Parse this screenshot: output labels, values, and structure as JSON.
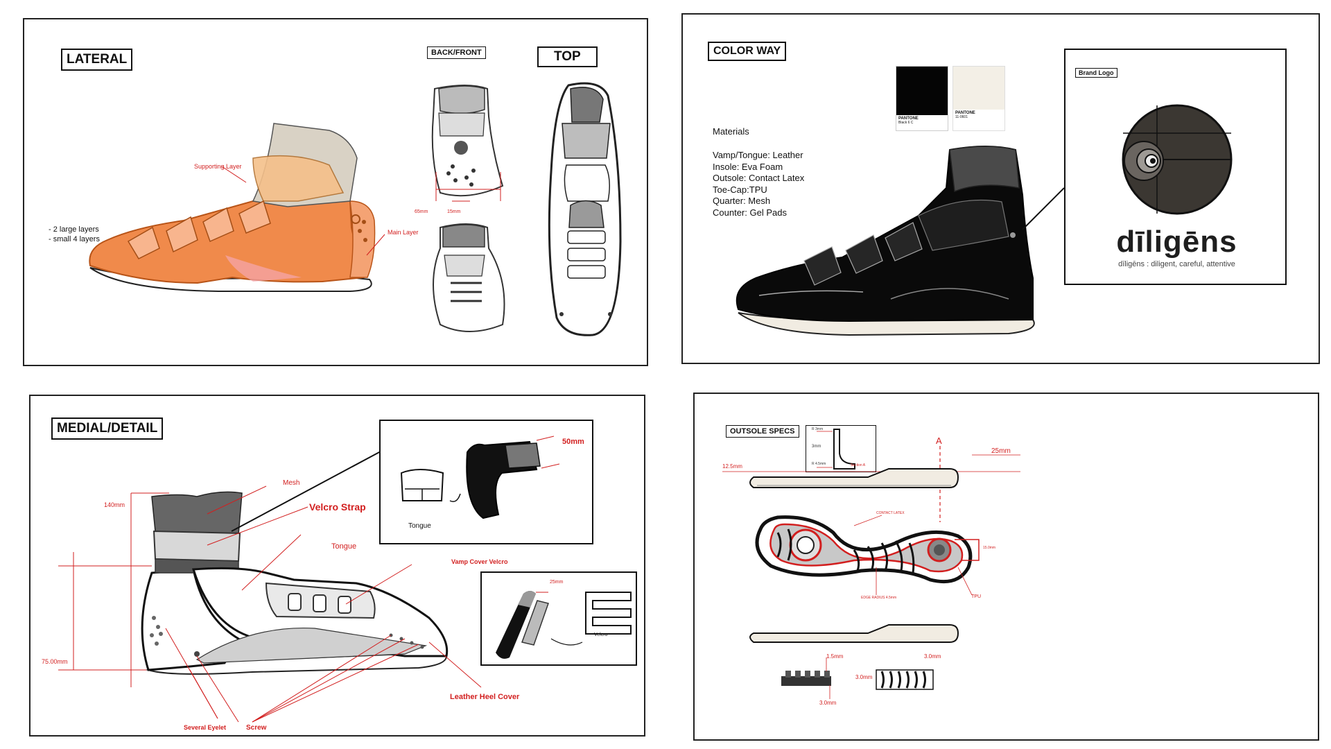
{
  "panels": {
    "lateral": {
      "title": "LATERAL",
      "back_front_title": "BACK/FRONT",
      "top_title": "TOP",
      "labels": {
        "supporting_layer": "Supporting Layer",
        "main_layer": "Main Layer",
        "layers_line1": "- 2 large layers",
        "layers_line2": "- small 4 layers",
        "dim_65": "65mm",
        "dim_15": "15mm"
      }
    },
    "color_way": {
      "title": "COLOR WAY",
      "materials_heading": "Materials",
      "materials": [
        "Vamp/Tongue: Leather",
        "Insole: Eva Foam",
        "Outsole: Contact Latex",
        "Toe-Cap:TPU",
        "Quarter: Mesh",
        "Counter: Gel Pads"
      ],
      "swatches": [
        {
          "brand": "PANTONE",
          "name": "Black 6 C",
          "color": "#050505"
        },
        {
          "brand": "PANTONE",
          "name": "11-0601",
          "color": "#f3efe6"
        }
      ],
      "brand_logo_label": "Brand Logo",
      "brand_name": "dīligēns",
      "brand_tagline": "dīligēns : diligent, careful, attentive"
    },
    "medial_detail": {
      "title": "MEDIAL/DETAIL",
      "labels": {
        "mesh": "Mesh",
        "velcro_strap": "Velcro Strap",
        "tongue": "Tongue",
        "vamp_cover_velcro": "Vamp Cover Velcro",
        "leather_heel_cover": "Leather Heel Cover",
        "several_eyelet": "Several Eyelet",
        "screw": "Screw",
        "dim_140": "140mm",
        "dim_75": "75.00mm",
        "dim_50": "50mm",
        "dim_25": "25mm",
        "inset_tongue": "Tongue",
        "inset_velcro": "Velcro"
      }
    },
    "outsole_specs": {
      "title": "OUTSOLE SPECS",
      "labels": {
        "section_a": "A",
        "dim_25": "25mm",
        "dim_12_5": "12.5mm",
        "dim_3": "3mm",
        "section_label": "Section A",
        "contact_latex": "CONTACT LATEX",
        "edge_radius": "EDGE RADIUS 4.5mm",
        "tpu": "TPU",
        "dim_15_side": "15.0mm",
        "dim_1_5": "1.5mm",
        "dim_3_0_a": "3.0mm",
        "dim_3_0_b": "3.0mm",
        "dim_3_0_c": "3.0mm",
        "inset_top": "R 3mm",
        "inset_bottom": "R 4.5mm"
      }
    }
  },
  "colors": {
    "accent_red": "#d21f1f",
    "orange_main": "#f08a4b",
    "orange_light": "#f5c08a",
    "shoe_black": "#0a0a0a",
    "logo_dark": "#3b3732"
  }
}
